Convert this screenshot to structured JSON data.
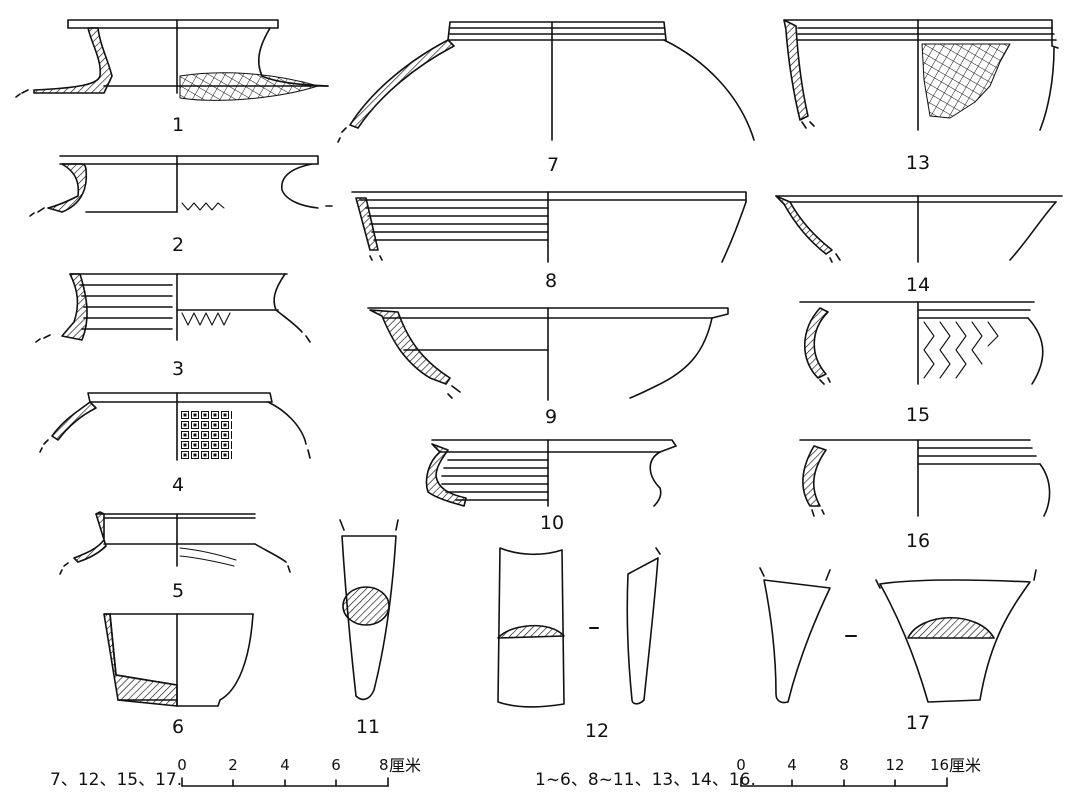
{
  "labels": [
    "1",
    "2",
    "3",
    "4",
    "5",
    "6",
    "7",
    "8",
    "9",
    "10",
    "11",
    "12",
    "13",
    "14",
    "15",
    "16",
    "17"
  ],
  "scale_small": {
    "caption": "7、12、15、17.",
    "ticks": [
      "0",
      "2",
      "4",
      "6",
      "8"
    ],
    "unit": "厘米"
  },
  "scale_large": {
    "caption": "1~6、8~11、13、14、16.",
    "ticks": [
      "0",
      "4",
      "8",
      "12",
      "16"
    ],
    "unit": "厘米"
  },
  "colors": {
    "ink": "#111111",
    "paper": "#ffffff"
  }
}
